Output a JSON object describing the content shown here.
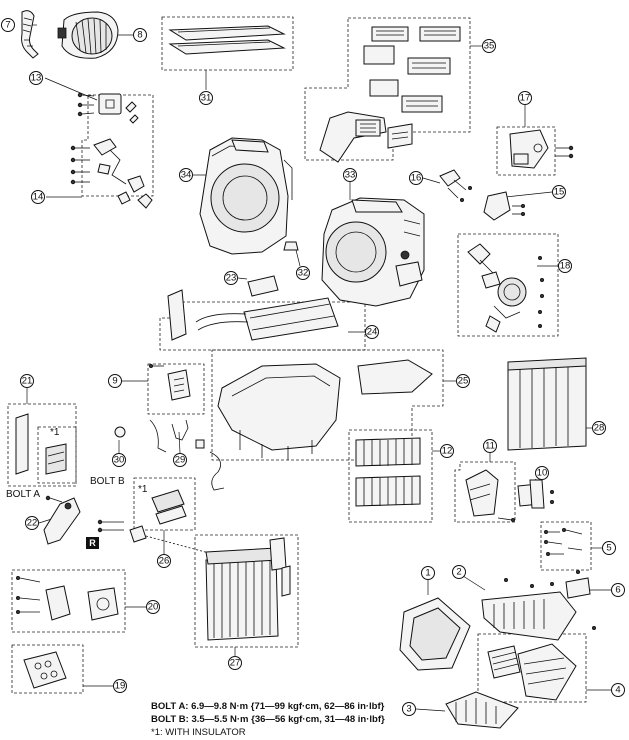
{
  "callouts": [
    "1",
    "2",
    "3",
    "4",
    "5",
    "6",
    "7",
    "8",
    "9",
    "10",
    "11",
    "12",
    "13",
    "14",
    "15",
    "16",
    "17",
    "18",
    "19",
    "20",
    "21",
    "22",
    "23",
    "24",
    "25",
    "26",
    "27",
    "28",
    "29",
    "30",
    "31",
    "32",
    "33",
    "34",
    "35"
  ],
  "labels": {
    "bolt_a": "BOLT A",
    "bolt_b": "BOLT B",
    "r_marker": "R",
    "insulator_mark_1": "*1",
    "insulator_mark_2": "*1"
  },
  "notes": {
    "bolt_a_torque": "BOLT A:  6.9—9.8 N·m {71—99 kgf·cm, 62—86 in·lbf}",
    "bolt_b_torque": "BOLT B:  3.5—5.5 N·m {36—56 kgf·cm, 31—48 in·lbf}",
    "insulator_note": "*1: WITH INSULATOR"
  }
}
